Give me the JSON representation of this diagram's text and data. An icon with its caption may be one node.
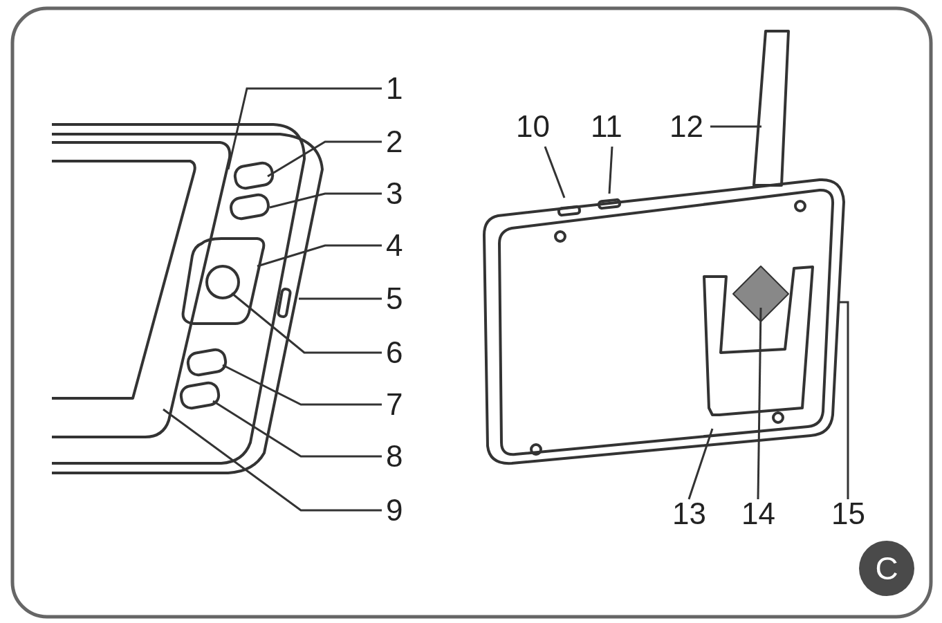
{
  "diagram": {
    "nodes": [
      {
        "text": [
          "1"
        ]
      },
      {
        "text": [
          "2"
        ]
      },
      {
        "text": [
          "3"
        ]
      },
      {
        "text": [
          "4"
        ]
      },
      {
        "text": [
          "5"
        ]
      },
      {
        "text": [
          "6"
        ]
      },
      {
        "text": [
          "7"
        ]
      },
      {
        "text": [
          "8"
        ]
      },
      {
        "text": [
          "9"
        ]
      },
      {
        "text": [
          "10"
        ]
      },
      {
        "text": [
          "11"
        ]
      },
      {
        "text": [
          "12"
        ]
      },
      {
        "text": [
          "13"
        ]
      },
      {
        "text": [
          "14"
        ]
      },
      {
        "text": [
          "15"
        ]
      },
      {
        "text": [
          "C"
        ]
      }
    ],
    "edges": [
      {
        "from": 0,
        "to": null,
        "arrow": "none"
      },
      {
        "from": 1,
        "to": null,
        "arrow": "none"
      },
      {
        "from": 2,
        "to": null,
        "arrow": "none"
      },
      {
        "from": 3,
        "to": null,
        "arrow": "none"
      },
      {
        "from": 4,
        "to": null,
        "arrow": "none"
      },
      {
        "from": 5,
        "to": null,
        "arrow": "none"
      },
      {
        "from": 6,
        "to": null,
        "arrow": "none"
      },
      {
        "from": 7,
        "to": null,
        "arrow": "none"
      },
      {
        "from": 8,
        "to": null,
        "arrow": "none"
      },
      {
        "from": 9,
        "to": null,
        "arrow": "none"
      },
      {
        "from": 10,
        "to": null,
        "arrow": "none"
      },
      {
        "from": 11,
        "to": null,
        "arrow": "none"
      },
      {
        "from": 12,
        "to": null,
        "arrow": "none"
      },
      {
        "from": 13,
        "to": null,
        "arrow": "none"
      },
      {
        "from": 14,
        "to": null,
        "arrow": "none"
      }
    ]
  }
}
